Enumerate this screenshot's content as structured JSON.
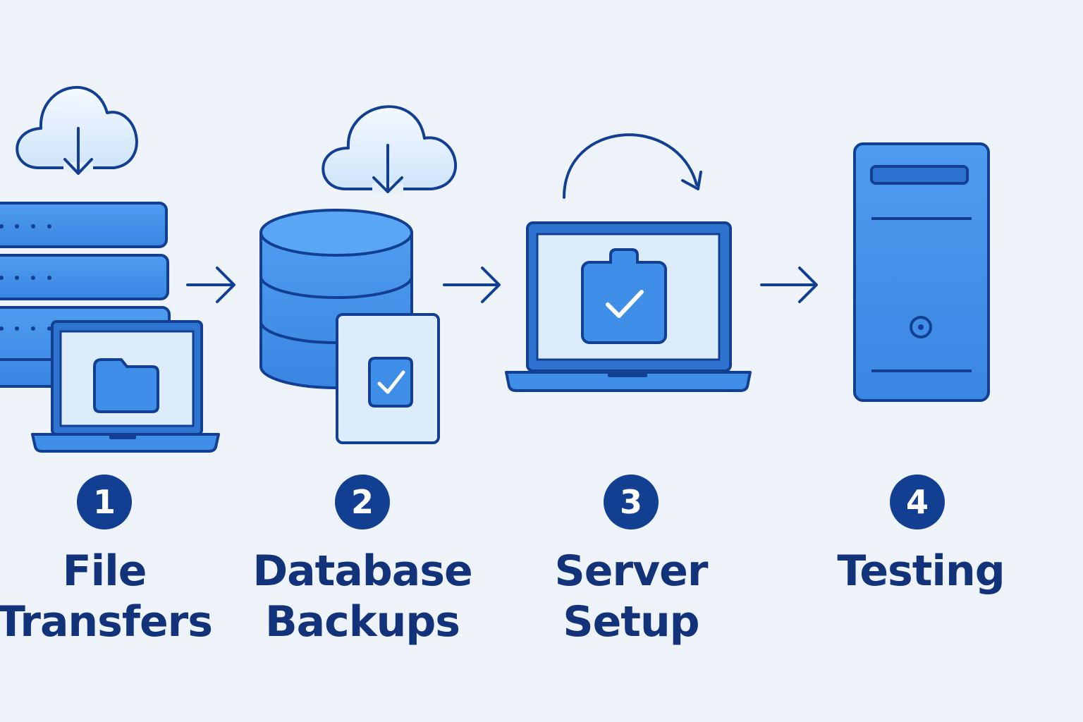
{
  "colors": {
    "background": "#eef3f9",
    "ink": "#123f91",
    "label": "#12327a",
    "primary_blue": "#3f8ee8",
    "light_blue": "#dcecfb",
    "badge_text": "#ffffff"
  },
  "steps": [
    {
      "number": "1",
      "title_line1": "File",
      "title_line2": "Transfers",
      "icons": [
        "cloud-download-icon",
        "server-rack-icon",
        "laptop-icon",
        "folder-icon"
      ]
    },
    {
      "number": "2",
      "title_line1": "Database",
      "title_line2": "Backups",
      "icons": [
        "cloud-download-icon",
        "database-icon",
        "document-icon",
        "checkmark-icon"
      ]
    },
    {
      "number": "3",
      "title_line1": "Server",
      "title_line2": "Setup",
      "icons": [
        "refresh-arrow-icon",
        "laptop-icon",
        "clipboard-check-icon"
      ]
    },
    {
      "number": "4",
      "title_line1": "Testing",
      "title_line2": "",
      "icons": [
        "tower-server-icon"
      ]
    }
  ],
  "connectors": [
    "arrow-right-icon",
    "arrow-right-icon",
    "arrow-right-icon"
  ]
}
